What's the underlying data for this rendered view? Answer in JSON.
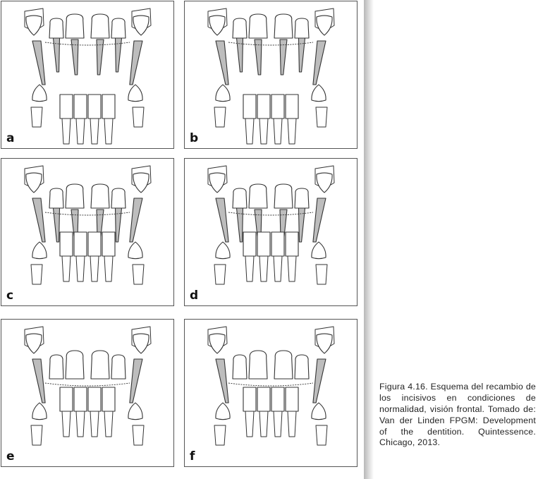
{
  "figure": {
    "panels": [
      {
        "id": "a",
        "label": "a"
      },
      {
        "id": "b",
        "label": "b"
      },
      {
        "id": "c",
        "label": "c"
      },
      {
        "id": "d",
        "label": "d"
      },
      {
        "id": "e",
        "label": "e"
      },
      {
        "id": "f",
        "label": "f"
      }
    ]
  },
  "caption": {
    "text": "Figura 4.16. Esquema del recambio de los incisivos en condiciones de normalidad, visión frontal. Tomado de: Van der Linden FPGM: Development of the dentition. Quintessence. Chicago, 2013."
  },
  "colors": {
    "outline": "#333333",
    "root_fill": "#bdbdbd",
    "panel_border": "#555555"
  }
}
